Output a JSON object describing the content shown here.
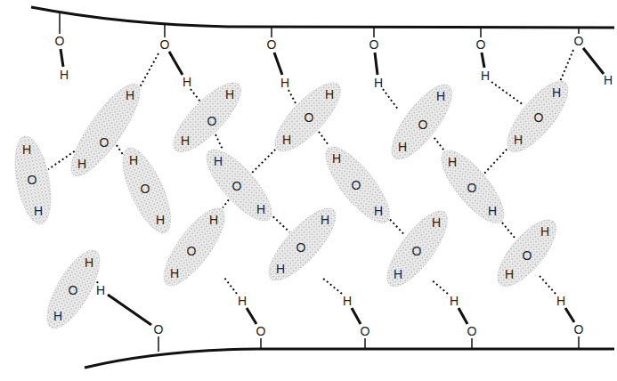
{
  "diagram": {
    "nodes": [
      {
        "text": [
          "H",
          "O",
          "H"
        ]
      },
      {
        "text": [
          "H",
          "O",
          "H"
        ]
      },
      {
        "text": [
          "H",
          "O",
          "H"
        ]
      },
      {
        "text": [
          "H",
          "O",
          "H"
        ]
      },
      {
        "text": [
          "H",
          "O",
          "H"
        ]
      },
      {
        "text": [
          "H",
          "O",
          "H"
        ]
      },
      {
        "text": [
          "H",
          "O",
          "H"
        ]
      },
      {
        "text": [
          "H",
          "O",
          "H"
        ]
      },
      {
        "text": [
          "H",
          "O",
          "H"
        ]
      },
      {
        "text": [
          "H",
          "O",
          "H"
        ]
      },
      {
        "text": [
          "H",
          "O",
          "H"
        ]
      },
      {
        "text": [
          "H",
          "O",
          "H"
        ]
      },
      {
        "text": [
          "H",
          "O",
          "H"
        ]
      },
      {
        "text": [
          "H",
          "O",
          "H"
        ]
      },
      {
        "text": [
          "H",
          "O",
          "H"
        ]
      }
    ],
    "edges": [
      {
        "from": 0,
        "to": 1,
        "arrow": "none"
      },
      {
        "from": 0,
        "to": 2,
        "arrow": "none"
      },
      {
        "from": 3,
        "to": 5,
        "arrow": "none"
      },
      {
        "from": 5,
        "to": 4,
        "arrow": "none"
      },
      {
        "from": 5,
        "to": 6,
        "arrow": "none"
      },
      {
        "from": 5,
        "to": 7,
        "arrow": "none"
      },
      {
        "from": 4,
        "to": 8,
        "arrow": "none"
      },
      {
        "from": 8,
        "to": 12,
        "arrow": "none"
      },
      {
        "from": 11,
        "to": 9,
        "arrow": "none"
      },
      {
        "from": 11,
        "to": 13,
        "arrow": "none"
      },
      {
        "from": 11,
        "to": 10,
        "arrow": "none"
      }
    ],
    "labels": [
      "O",
      "H",
      "O",
      "H",
      "O",
      "H",
      "O",
      "H",
      "O",
      "H",
      "O",
      "H",
      "H",
      "O",
      "H",
      "O",
      "H",
      "O",
      "H",
      "O",
      "H",
      "O"
    ]
  }
}
